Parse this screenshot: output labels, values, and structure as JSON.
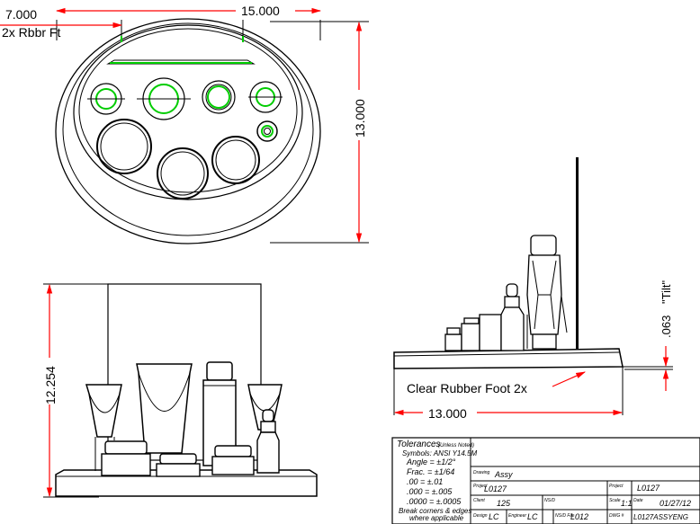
{
  "top_view": {
    "dim_left": "7.000",
    "dim_width": "15.000",
    "dim_height": "13.000",
    "note_feet": "2x Rbbr Ft"
  },
  "front_view": {
    "dim_height": "12.254"
  },
  "side_view": {
    "dim_tilt": ".063",
    "tilt_label": "\"Tilt\"",
    "foot_label": "Clear Rubber Foot 2x",
    "dim_width": "13.000"
  },
  "title_block": {
    "tol_title": "Tolerances",
    "tol_unless": "(Unless Noted)",
    "symbols": "Symbols: ANSI Y14.5M",
    "angle": "Angle = ±1/2°",
    "frac": "Frac. = ±1/64",
    "dec2": ".00    = ±.01",
    "dec3": ".000   = ±.005",
    "dec4": ".0000 = ±.0005",
    "break1": "Break corners & edges",
    "break2": "where applicable",
    "drawing_label": "Drawing",
    "drawing_value": "Assy",
    "project_label": "Project",
    "project_value": "L0127",
    "project2_label": "Project",
    "project2_value": "L0127",
    "client_label": "Client",
    "client_value": "125",
    "nsd_label": "NS/D",
    "scale_label": "Scale",
    "scale_value": "1:1",
    "date_label": "Date",
    "date_value": "01/27/12",
    "design_label": "Design",
    "design_value": "LC",
    "engineer_label": "Engineer",
    "engineer_value": "LC",
    "nsd_file_label": "NS/D File",
    "nsd_file_value": "L012",
    "dwg_label": "DWG #",
    "dwg_value": "L0127ASSYENG"
  }
}
